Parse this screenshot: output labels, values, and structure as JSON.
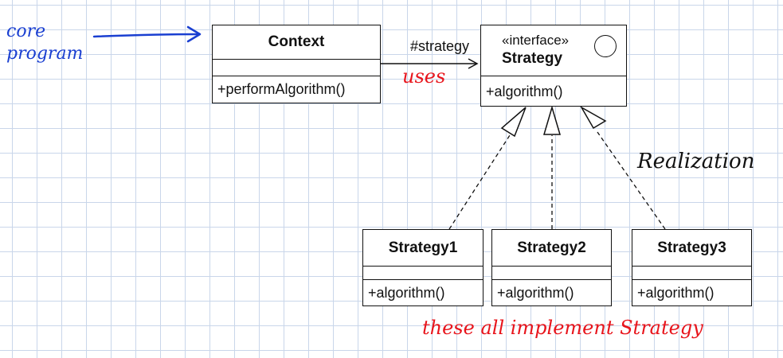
{
  "context": {
    "name": "Context",
    "operation": "+performAlgorithm()"
  },
  "strategy_interface": {
    "stereotype": "«interface»",
    "name": "Strategy",
    "operation": "+algorithm()"
  },
  "association": {
    "role": "#strategy"
  },
  "implementations": [
    {
      "name": "Strategy1",
      "operation": "+algorithm()"
    },
    {
      "name": "Strategy2",
      "operation": "+algorithm()"
    },
    {
      "name": "Strategy3",
      "operation": "+algorithm()"
    }
  ],
  "annotations": {
    "core_program": "core program",
    "uses": "uses",
    "realization": "Realization",
    "implement_note": "these all implement Strategy"
  },
  "colors": {
    "blue_ink": "#1a3fd1",
    "red_ink": "#e8141b",
    "black_ink": "#111111",
    "grid": "#c9d6ea"
  }
}
